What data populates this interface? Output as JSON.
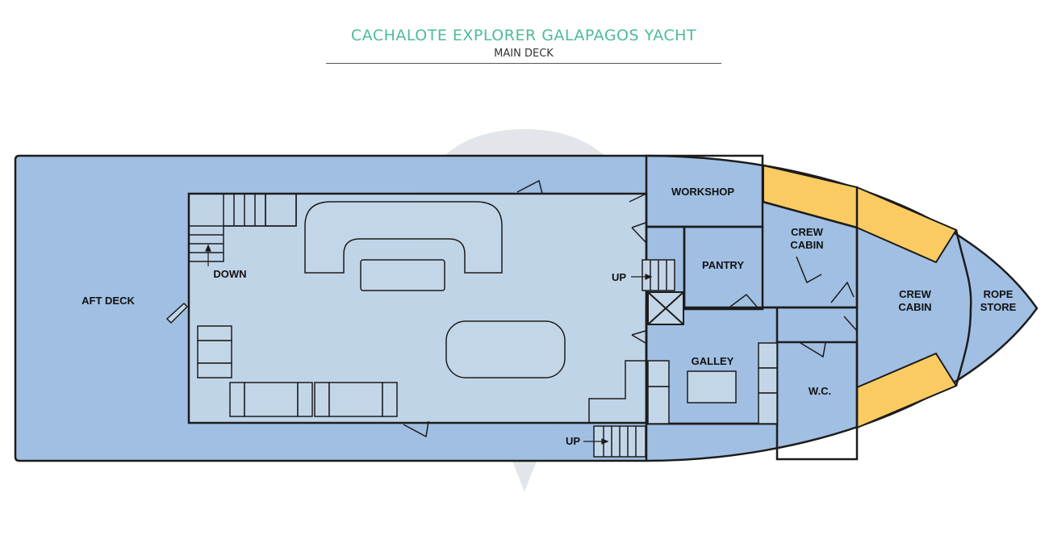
{
  "header": {
    "title": "CACHALOTE EXPLORER GALAPAGOS YACHT",
    "subtitle": "MAIN DECK"
  },
  "colors": {
    "deck": "#9bbce1",
    "interior": "#c3d6e8",
    "cabin_accent": "#fbcb63",
    "outline": "#1c1c1c",
    "title": "#4dbb9b"
  },
  "labels": {
    "aft_deck": "AFT DECK",
    "down": "DOWN",
    "up_upper": "UP",
    "up_lower": "UP",
    "workshop": "WORKSHOP",
    "pantry": "PANTRY",
    "crew_cabin_1a": "CREW",
    "crew_cabin_1b": "CABIN",
    "crew_cabin_2a": "CREW",
    "crew_cabin_2b": "CABIN",
    "rope_store_a": "ROPE",
    "rope_store_b": "STORE",
    "galley": "GALLEY",
    "wc": "W.C."
  }
}
